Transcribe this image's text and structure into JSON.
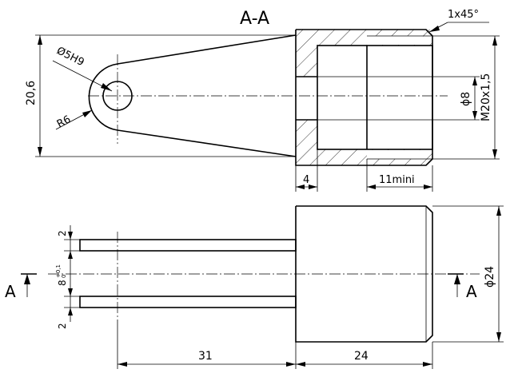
{
  "section_title": "A-A",
  "chamfer": "1x45°",
  "labels": {
    "bore_hole": "Ø5H9",
    "radius": "R6",
    "height": "20,6",
    "bore_diameter": "ϕ8",
    "thread": "M20x1,5",
    "shoulder": "4",
    "thread_length": "11mini",
    "tab_top": "2",
    "tab_gap": "8",
    "tab_gap_tol_upper": "+0,1",
    "tab_gap_tol_lower": "0",
    "tab_bottom": "2",
    "body_diameter": "ϕ24",
    "tab_length": "31",
    "body_length": "24"
  },
  "section_marks": {
    "left": "A",
    "right": "A"
  }
}
